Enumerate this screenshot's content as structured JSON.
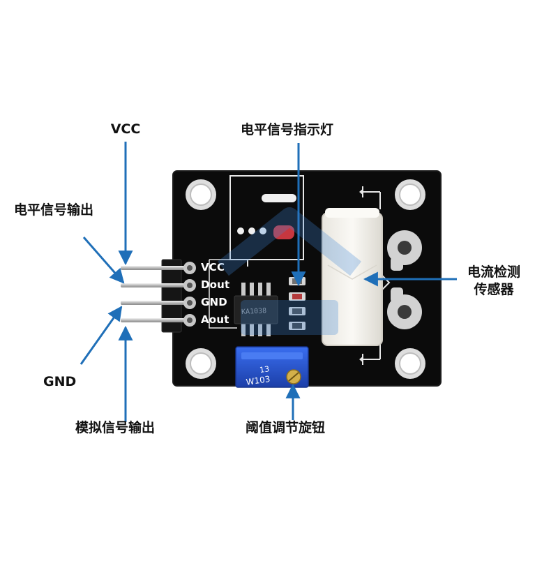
{
  "callouts": {
    "vcc": "VCC",
    "level_output": "电平信号输出",
    "gnd": "GND",
    "analog_output": "模拟信号输出",
    "indicator_led": "电平信号指示灯",
    "current_sensor_line1": "电流检测",
    "current_sensor_line2": "传感器",
    "threshold_knob": "阈值调节旋钮"
  },
  "pins": {
    "vcc": "VCC",
    "dout": "Dout",
    "gnd": "GND",
    "aout": "Aout"
  },
  "components": {
    "potentiometer_marking": "W103",
    "potentiometer_code": "13",
    "chip_marking": "KA1038"
  },
  "colors": {
    "arrow": "#1f6fb8",
    "pcb": "#0b0b0b",
    "silkscreen": "#ffffff",
    "potentiometer": "#2a5bd8",
    "sensor_body": "#f3f1ec",
    "watermark": "#3f86d6"
  }
}
